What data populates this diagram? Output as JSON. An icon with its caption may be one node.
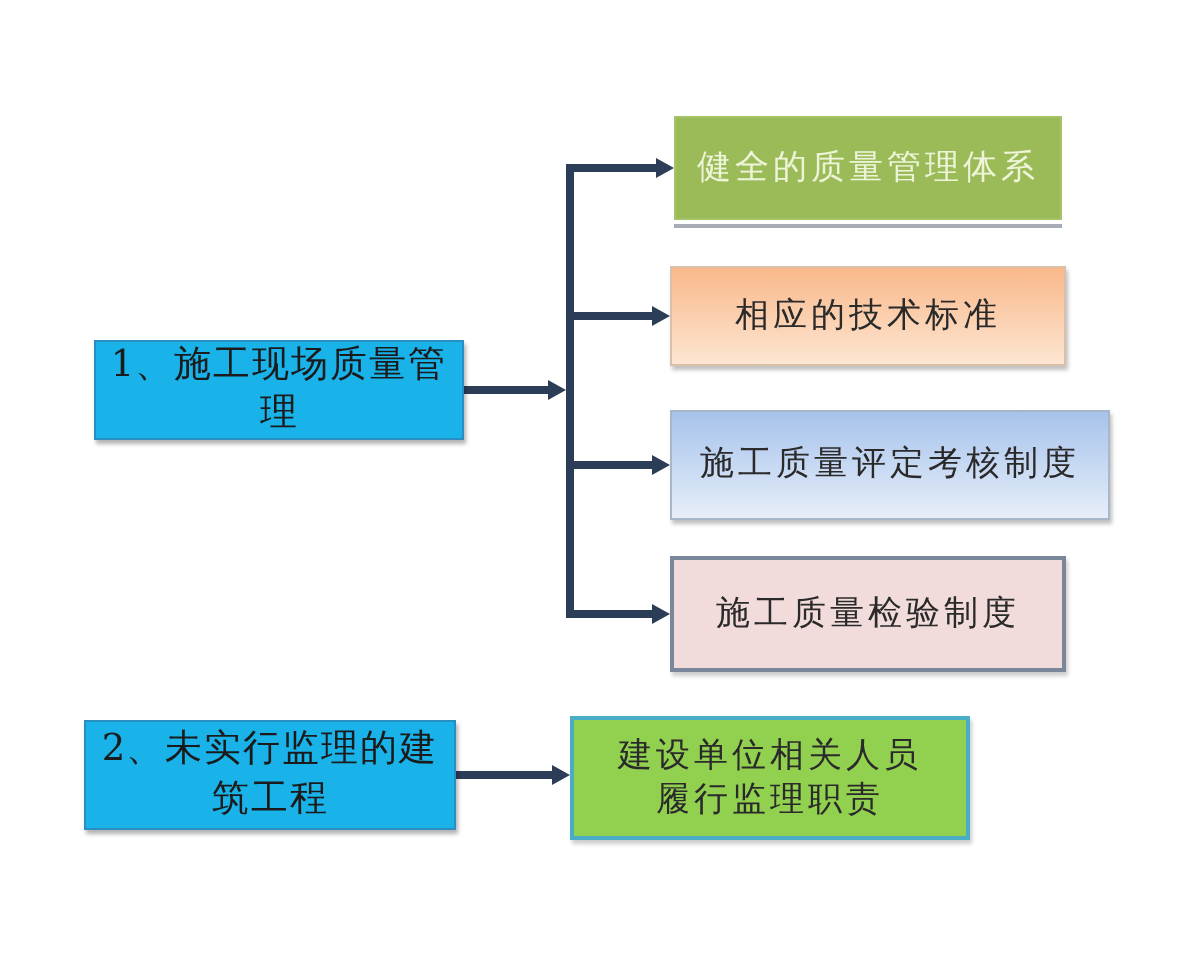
{
  "diagram": {
    "nodes": [
      {
        "text": [
          "1、施工现场质量管理"
        ]
      },
      {
        "text": [
          "健全的质量管理体系"
        ]
      },
      {
        "text": [
          "相应的技术标准"
        ]
      },
      {
        "text": [
          "施工质量评定考核制度"
        ]
      },
      {
        "text": [
          "施工质量检验制度"
        ]
      },
      {
        "text": [
          "2、未实行监理的建筑工程"
        ]
      },
      {
        "text": [
          "建设单位相关人员履行监理职责"
        ]
      }
    ],
    "edges": [
      {
        "from": 0,
        "to": 1,
        "arrow": "to"
      },
      {
        "from": 0,
        "to": 2,
        "arrow": "to"
      },
      {
        "from": 0,
        "to": 3,
        "arrow": "to"
      },
      {
        "from": 0,
        "to": 4,
        "arrow": "to"
      },
      {
        "from": 5,
        "to": 6,
        "arrow": "to"
      }
    ]
  }
}
